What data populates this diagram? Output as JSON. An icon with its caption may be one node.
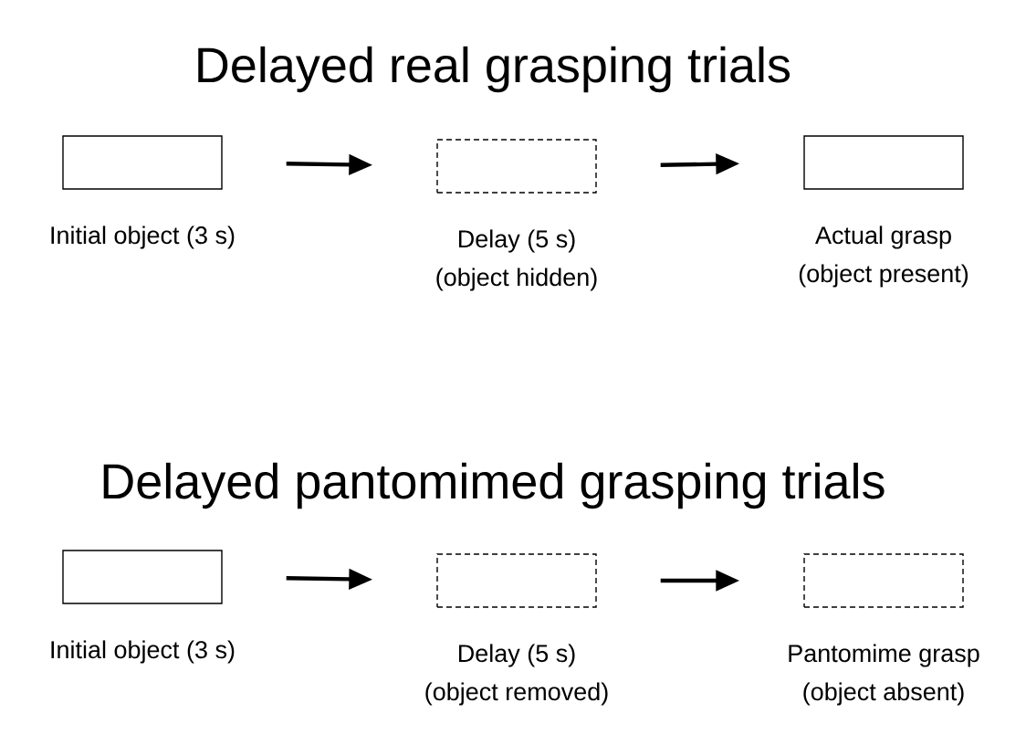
{
  "diagram": {
    "nodes": [
      {
        "text": [],
        "shape": "box",
        "beside": [
          "Initial object (3 s)"
        ]
      },
      {
        "text": [],
        "shape": "dashed-box",
        "beside": [
          "Delay (5 s)",
          "(object hidden)"
        ]
      },
      {
        "text": [],
        "shape": "box",
        "beside": [
          "Actual grasp",
          "(object present)"
        ]
      },
      {
        "text": [],
        "shape": "box",
        "beside": [
          "Initial object (3 s)"
        ]
      },
      {
        "text": [],
        "shape": "dashed-box",
        "beside": [
          "Delay (5 s)",
          "(object removed)"
        ]
      },
      {
        "text": [],
        "shape": "dashed-box",
        "beside": [
          "Pantomime grasp",
          "(object absent)"
        ]
      }
    ],
    "edges": [
      {
        "from": 0,
        "to": 1,
        "arrow": "to"
      },
      {
        "from": 1,
        "to": 2,
        "arrow": "to"
      },
      {
        "from": 3,
        "to": 4,
        "arrow": "to"
      },
      {
        "from": 4,
        "to": 5,
        "arrow": "to"
      }
    ],
    "labels": [
      "Delayed real grasping trials",
      "Delayed pantomimed grasping trials"
    ]
  }
}
